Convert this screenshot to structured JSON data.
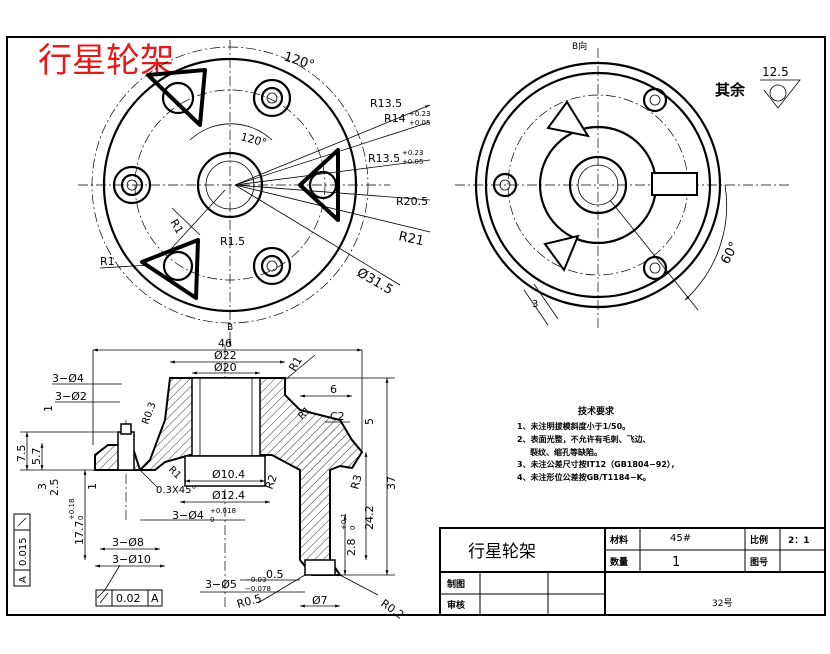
{
  "title_red": "行星轮架",
  "top_view": {
    "angle_outer": "120°",
    "angle_inner": "120°",
    "r13_5": "R13.5",
    "r14": "R14",
    "r14_tol_up": "+0.23",
    "r14_tol_dn": "+0.05",
    "r13_5b": "R13.5",
    "r13_5b_tol_up": "+0.23",
    "r13_5b_tol_dn": "+0.05",
    "r20_5": "R20.5",
    "r21": "R21",
    "d31_5": "Ø31.5",
    "r1_5": "R1.5",
    "r1_a": "R1",
    "r1_b": "R1"
  },
  "b_view": {
    "label": "B向",
    "angle": "60°",
    "dim3": "3"
  },
  "roughness": {
    "value": "12.5",
    "label": "其余"
  },
  "section": {
    "b_arrow": "B",
    "d46": "46",
    "d22": "Ø22",
    "d20": "Ø20",
    "r1_top": "R1",
    "h3_d4": "3−Ø4",
    "h3_d2": "3−Ø2",
    "r0_3": "R0.3",
    "d6": "6",
    "r1_mid": "R1",
    "c2": "C2",
    "d5": "5",
    "d1": "1",
    "d7_5": "7.5",
    "d5_7": "5.7",
    "d3": "3",
    "d2_5": "2.5",
    "d1b": "1",
    "r1_low": "R1",
    "chamfer": "0.3X45°",
    "d10_4": "Ø10.4",
    "d12_4": "Ø12.4",
    "r2": "R2",
    "r3": "R3",
    "d24_2": "24.2",
    "d37": "37",
    "h3_d4_tol": "3−Ø4",
    "h3_d4_tol_up": "+0.018",
    "h3_d4_tol_dn": "0",
    "d17_7": "17.7",
    "d17_7_up": "+0.18",
    "d17_7_dn": "0",
    "d2_8": "2.8",
    "d2_8_up": "+0.1",
    "d2_8_dn": "0",
    "h3_d8": "3−Ø8",
    "h3_d10": "3−Ø10",
    "d0_5": "0.5",
    "h3_d5": "3−Ø5",
    "h3_d5_up": "−0.03",
    "h3_d5_dn": "−0.078",
    "r0_5": "R0.5",
    "d7": "Ø7",
    "r0_2": "R0.2",
    "tol_pos": "0.02",
    "tol_pos_ref": "A",
    "tol_perp": "0.015",
    "tol_perp_ref": "A"
  },
  "tech_req": {
    "title": "技术要求",
    "items": [
      "1、未注明拔模斜度小于1/50。",
      "2、表面光整，不允许有毛刺、飞边、",
      "裂纹、缩孔等缺陷。",
      "3、未注公差尺寸按IT12（GB1804−92），",
      "4、未注形位公差按GB/T1184−K。"
    ]
  },
  "title_block": {
    "part_name": "行星轮架",
    "material_label": "材料",
    "material_value": "45#",
    "qty_label": "数量",
    "qty_value": "1",
    "scale_label": "比例",
    "scale_value": "2：1",
    "drawing_no_label": "图号",
    "drawn_label": "制图",
    "checked_label": "审核",
    "sheet_no": "32号"
  }
}
